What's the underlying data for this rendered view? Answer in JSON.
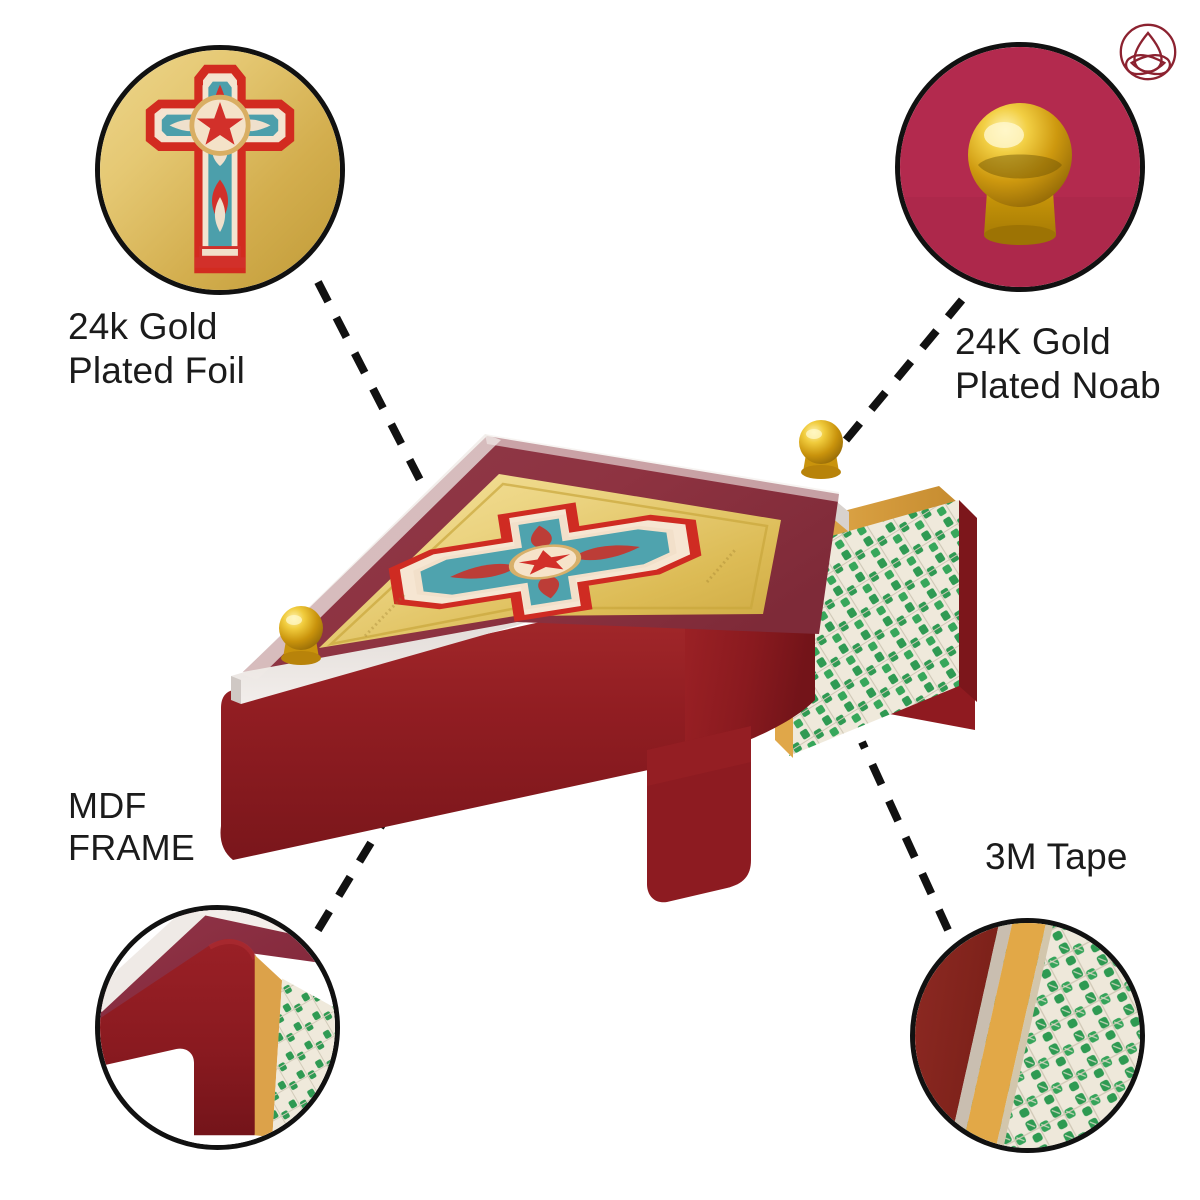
{
  "page": {
    "background": "#ffffff",
    "title": "Gold Plated Cross Frame Product Features"
  },
  "brand": {
    "logo_icon": "triquetra-trinity-knot-icon",
    "logo_color": "#8C2230"
  },
  "callouts": [
    {
      "id": "foil",
      "label": "24k Gold\nPlated Foil",
      "detail_icon": "ornate-cross-on-gold-foil",
      "bubble_bg_from": "#E8CE7A",
      "bubble_bg_to": "#C8A43F"
    },
    {
      "id": "knob",
      "label": "24K Gold\nPlated Noab",
      "detail_icon": "gold-dome-knob-closeup",
      "bubble_bg": "#B22A4E",
      "knob_color": "#D4AF0F"
    },
    {
      "id": "mdf",
      "label": "MDF\nFRAME",
      "detail_icon": "mdf-frame-corner-closeup",
      "frame_color": "#8A1B24",
      "edge_color": "#E6E1DC"
    },
    {
      "id": "tape",
      "label": "3M Tape",
      "detail_icon": "green-plaid-adhesive-tape-closeup",
      "tape_base": "#EDE7DA",
      "tape_pattern": "#2E9B52"
    }
  ],
  "product": {
    "name": "tilted-cross-plaque",
    "frame_color": "#8E1C21",
    "frame_color_light": "#A8282C",
    "top_face_color": "#8E3A48",
    "acrylic_edge_color": "#E9E4E0",
    "foil_gold_from": "#F3DE93",
    "foil_gold_to": "#D9B646",
    "knob_gold": "#D9A80C",
    "tape_base": "#EFE9DC",
    "tape_green": "#2F9A53",
    "mdf_edge": "#E0A749",
    "cross_teal": "#3E9BA6",
    "cross_red": "#D2302A",
    "cross_cream": "#F6E3CE"
  },
  "colors": {
    "text": "#1b1b1b",
    "connector": "#111111",
    "bubble_border": "#111111"
  }
}
